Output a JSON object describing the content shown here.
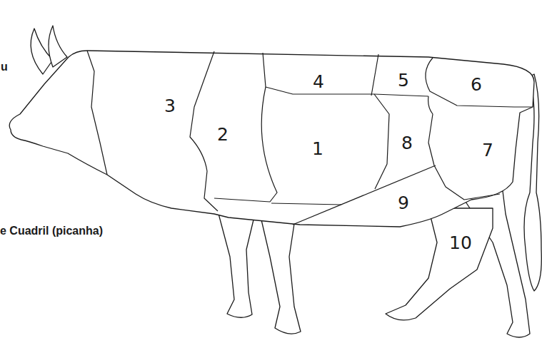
{
  "diagram": {
    "labels": [
      "u",
      "3",
      "4",
      "5",
      "6",
      "2",
      "1",
      "8",
      "7",
      "9",
      "10",
      "e Cuadril (picanha)"
    ]
  }
}
